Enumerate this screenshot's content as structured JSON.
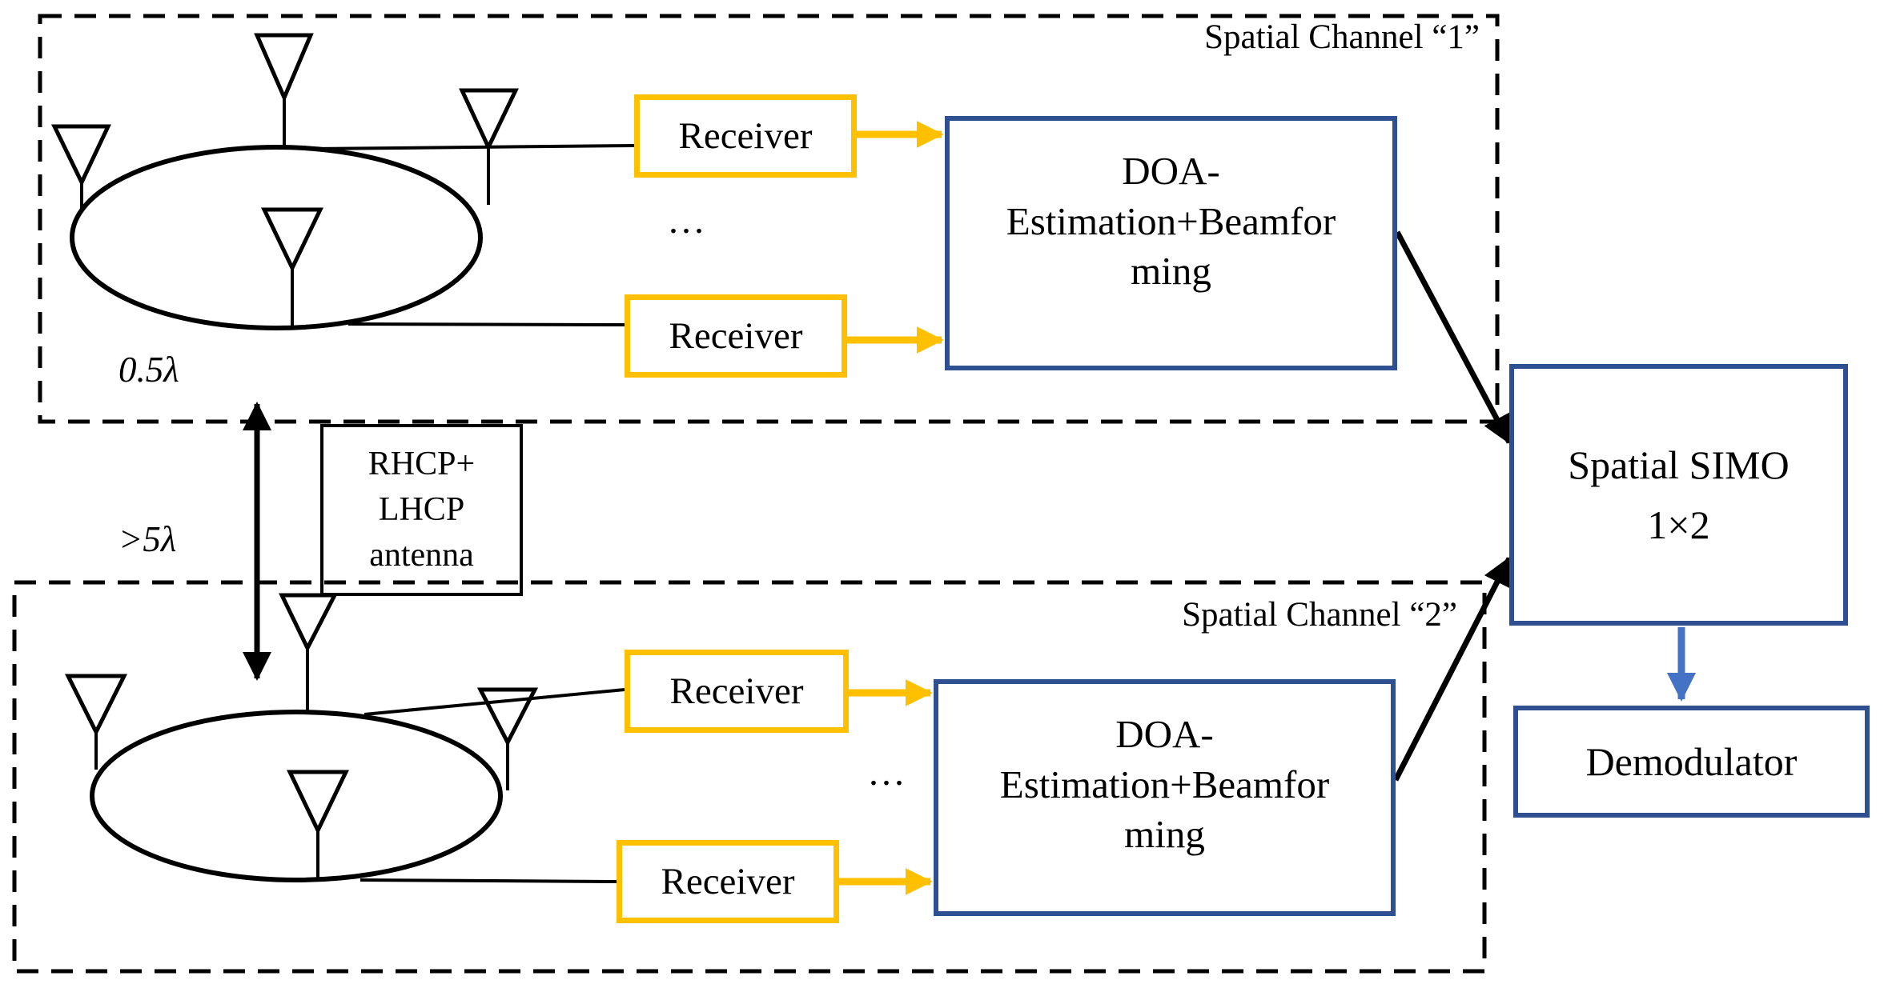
{
  "colors": {
    "accent_yellow": "#FFC000",
    "box_blue": "#2E5090",
    "arrow_blue": "#4472C4",
    "line_black": "#000000"
  },
  "channel1": {
    "label": "Spatial Channel “1”",
    "spacing_label": "0.5λ",
    "receiver_top": "Receiver",
    "receiver_bottom": "Receiver",
    "ellipsis": "...",
    "doa": {
      "line1": "DOA-",
      "line2": "Estimation+Beamfor",
      "line3": "ming"
    }
  },
  "channel2": {
    "label": "Spatial Channel “2”",
    "receiver_top": "Receiver",
    "receiver_bottom": "Receiver",
    "ellipsis": "...",
    "doa": {
      "line1": "DOA-",
      "line2": "Estimation+Beamfor",
      "line3": "ming"
    }
  },
  "separation": {
    "distance_label": ">5λ",
    "antenna_box": {
      "line1": "RHCP+",
      "line2": "LHCP",
      "line3": "antenna"
    }
  },
  "combiner": {
    "line1": "Spatial SIMO",
    "line2": "1×2"
  },
  "demodulator": {
    "label": "Demodulator"
  }
}
